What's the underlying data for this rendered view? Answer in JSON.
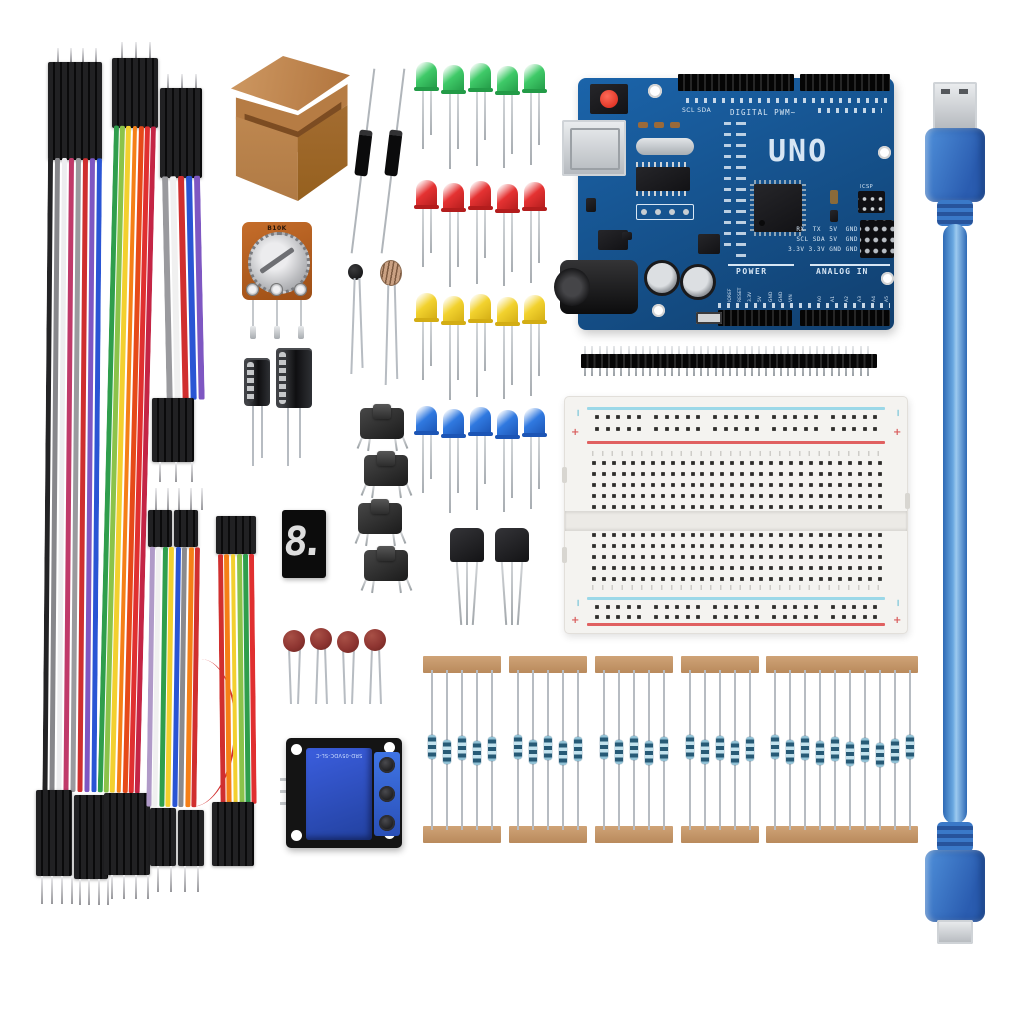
{
  "scene": {
    "description": "Arduino UNO starter kit components arranged flat-lay on a white background",
    "background": "#ffffff"
  },
  "colors": {
    "board_blue": "#175a9c",
    "silkscreen_white": "#d7e6f4",
    "usb_cable_blue": "#3b7fd0",
    "breadboard_body": "#f4f3f0",
    "rail_red": "#e06060",
    "rail_blue": "#9bd8e8",
    "tape_tan": "#c59a6c",
    "resistor_teal": "#3e7b9d",
    "kraft_brown": "#c08a52",
    "relay_blue": "#2b50c8",
    "pcb_black": "#141414",
    "potentiometer_orange": "#b55e22",
    "ceramic_cap_red": "#8e3531"
  },
  "arduino": {
    "name_label": "UNO",
    "digital_label": "DIGITAL PWM~",
    "top_silk_label": "SCL SDA",
    "power_label": "POWER",
    "analog_label": "ANALOG IN",
    "icsp_label": "ICSP",
    "pin_table": [
      "RX  TX  5V  GND",
      "SCL SDA 5V  GND",
      "3.3V 3.3V GND GND"
    ],
    "power_pins": [
      "IOREF",
      "RESET",
      "3.3V",
      "5V",
      "GND",
      "GND",
      "VIN"
    ],
    "analog_pins": [
      "A0",
      "A1",
      "A2",
      "A3",
      "A4",
      "A5"
    ]
  },
  "jumper_bundles": {
    "long_multicolor": {
      "wire_colors": [
        "#232325",
        "#87878b",
        "#ededef",
        "#c03a6a",
        "#9a9a9e",
        "#cf2f2f",
        "#7e57c2",
        "#2a55d4"
      ]
    },
    "long_rainbow": {
      "wire_colors": [
        "#2f9e4c",
        "#8bc34a",
        "#f3d02f",
        "#f57f17",
        "#e64a19",
        "#e03030",
        "#c42545"
      ]
    },
    "short_top": {
      "wire_colors": [
        "#9a9a9e",
        "#f0f0f0",
        "#d02f2f",
        "#2a55d4",
        "#7e57c2"
      ]
    },
    "mid_male": {
      "wire_colors": [
        "#b09ac8",
        "#f0f0f0",
        "#2f9e4c",
        "#f3d02f",
        "#2a55d4",
        "#8a8a8e",
        "#f57f17",
        "#d02f2f"
      ]
    },
    "mid_rainbow": {
      "wire_colors": [
        "#d02f2f",
        "#f57f17",
        "#f3d02f",
        "#8bc34a",
        "#2f9e4c",
        "#e03030"
      ]
    }
  },
  "leds": {
    "groups": [
      {
        "name": "green",
        "count": 5,
        "color": "#3fca68",
        "dark": "#239b47"
      },
      {
        "name": "red",
        "count": 5,
        "color": "#e53232",
        "dark": "#b31d1d"
      },
      {
        "name": "yellow",
        "count": 5,
        "color": "#f2d22e",
        "dark": "#d3ad14"
      },
      {
        "name": "blue",
        "count": 5,
        "color": "#3079e0",
        "dark": "#1c55b5"
      }
    ]
  },
  "diodes": {
    "count": 2
  },
  "electrolytic_capacitors": {
    "count": 2
  },
  "ceramic_capacitors": {
    "count": 4
  },
  "push_buttons": {
    "count": 4
  },
  "transistors": {
    "count": 2
  },
  "potentiometer": {
    "label": "B10K"
  },
  "seven_segment_display": {
    "digit": "8."
  },
  "relay_module": {
    "relay_label": "SRD-05VDC-SL-C"
  },
  "pin_header": {
    "pin_count": 40
  },
  "breadboard": {
    "columns": 30,
    "bank_rows": 5,
    "rail_groups": 5,
    "rail_group_holes": 5,
    "plus": "+",
    "minus": "−"
  },
  "resistor_strips": {
    "strips": [
      {
        "count": 5
      },
      {
        "count": 5
      },
      {
        "count": 5
      },
      {
        "count": 5
      },
      {
        "count": 10
      }
    ]
  }
}
